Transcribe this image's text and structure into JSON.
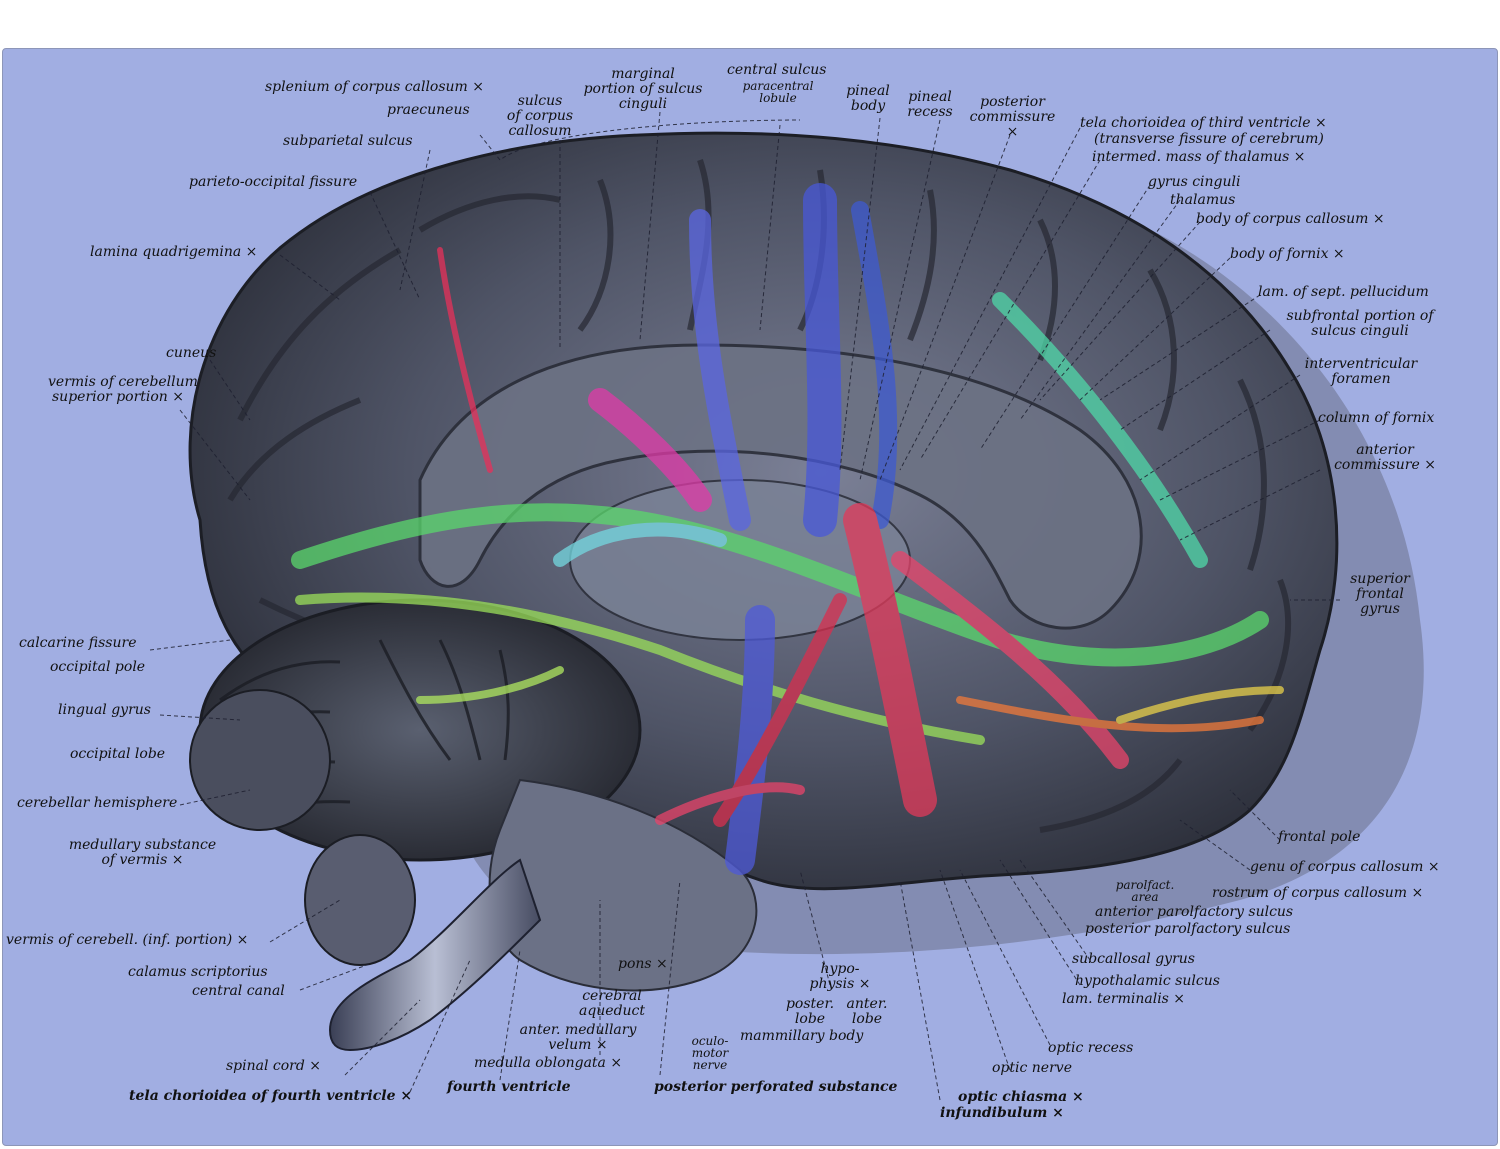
{
  "figure": {
    "background": "#a1aee2"
  },
  "labels": {
    "splenium": "splenium of corpus callosum ×",
    "praecuneus": "praecuneus",
    "sulcus_cc_1": "sulcus",
    "sulcus_cc_2": "of corpus",
    "sulcus_cc_3": "callosum",
    "marginal_1": "marginal",
    "marginal_2": "portion of sulcus",
    "marginal_3": "cinguli",
    "central_sulcus": "central sulcus",
    "paracentral_1": "paracentral",
    "paracentral_2": "lobule",
    "pineal_body_1": "pineal",
    "pineal_body_2": "body",
    "pineal_recess_1": "pineal",
    "pineal_recess_2": "recess",
    "post_comm_1": "posterior",
    "post_comm_2": "commissure",
    "post_comm_3": "×",
    "tela_third_1": "tela chorioidea of third ventricle ×",
    "tela_third_2": "(transverse fissure of cerebrum)",
    "intermed_mass": "intermed. mass of thalamus ×",
    "gyrus_cinguli": "gyrus cinguli",
    "thalamus": "thalamus",
    "body_cc": "body of corpus callosum ×",
    "body_fornix": "body of fornix ×",
    "sept_pellucidum": "lam. of sept. pellucidum",
    "subfrontal_1": "subfrontal portion of",
    "subfrontal_2": "sulcus cinguli",
    "interventricular_1": "interventricular",
    "interventricular_2": "foramen",
    "column_fornix": "column of fornix",
    "ant_comm_1": "anterior",
    "ant_comm_2": "commissure ×",
    "sup_frontal_1": "superior",
    "sup_frontal_2": "frontal",
    "sup_frontal_3": "gyrus",
    "frontal_pole": "frontal pole",
    "genu_cc": "genu of corpus callosum ×",
    "parolfact_1": "parolfact.",
    "parolfact_2": "area",
    "rostrum_cc": "rostrum of corpus callosum ×",
    "ant_parolf": "anterior parolfactory sulcus",
    "post_parolf": "posterior parolfactory sulcus",
    "subcallosal": "subcallosal gyrus",
    "hypothal_sulcus": "hypothalamic sulcus",
    "lam_terminalis": "lam. terminalis ×",
    "optic_recess": "optic recess",
    "optic_nerve": "optic nerve",
    "optic_chiasma": "optic chiasma ×",
    "infundibulum": "infundibulum ×",
    "subparietal": "subparietal sulcus",
    "parieto_occ": "parieto-occipital fissure",
    "lamina_quad": "lamina quadrigemina ×",
    "cuneus": "cuneus",
    "vermis_sup_1": "vermis of cerebellum",
    "vermis_sup_2": "superior portion ×",
    "calcarine": "calcarine fissure",
    "occ_pole": "occipital pole",
    "lingual": "lingual gyrus",
    "occ_lobe": "occipital lobe",
    "cereb_hemi": "cerebellar hemisphere",
    "medullary_1": "medullary substance",
    "medullary_2": "of vermis ×",
    "vermis_inf": "vermis of cerebell. (inf. portion) ×",
    "calamus": "calamus scriptorius",
    "central_canal": "central canal",
    "spinal_cord": "spinal cord ×",
    "tela_fourth": "tela chorioidea of fourth ventricle ×",
    "fourth_vent": "fourth ventricle",
    "medulla": "medulla oblongata ×",
    "ant_med_velum_1": "anter. medullary",
    "ant_med_velum_2": "velum ×",
    "cereb_aqueduct_1": "cerebral",
    "cereb_aqueduct_2": "aqueduct",
    "pons": "pons ×",
    "oculomotor_1": "oculo-",
    "oculomotor_2": "motor",
    "oculomotor_3": "nerve",
    "post_perf": "posterior perforated substance",
    "hypophysis_1": "hypo-",
    "hypophysis_2": "physis ×",
    "poster_lobe_1": "poster.",
    "poster_lobe_2": "lobe",
    "anter_lobe_1": "anter.",
    "anter_lobe_2": "lobe",
    "mammillary": "mammillary body"
  }
}
